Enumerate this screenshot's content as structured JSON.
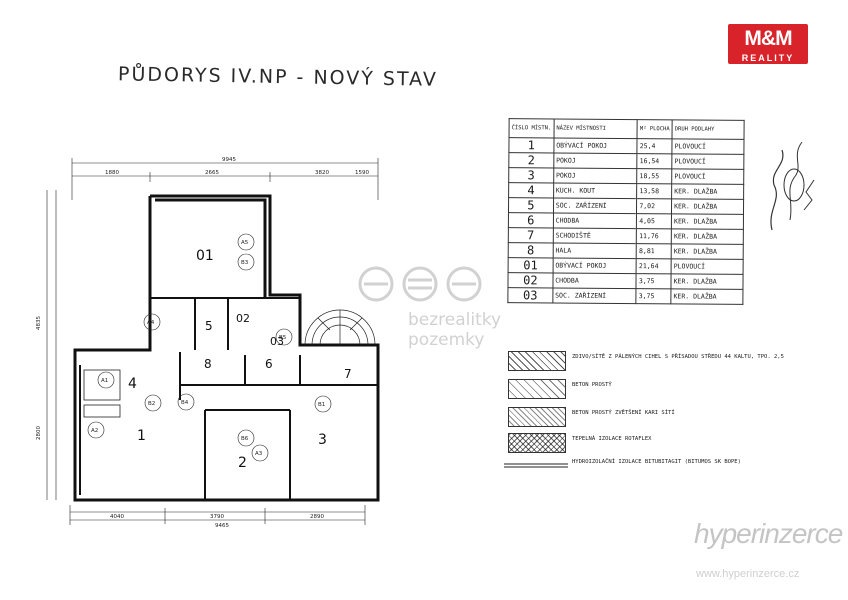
{
  "title": "PŮDORYS IV.NP - NOVÝ STAV",
  "logo": {
    "brand": "M&M",
    "sub": "REALITY",
    "color": "#d8232a"
  },
  "watermarks": {
    "center": "bezrealitky pozemky",
    "brand": "hyperinzerce",
    "url": "www.hyperinzerce.cz"
  },
  "table": {
    "headers": [
      "ČÍSLO MÍSTN.",
      "NÁZEV MÍSTNOSTI",
      "M² PLOCHA",
      "DRUH PODLAHY"
    ],
    "rows": [
      {
        "num": "1",
        "name": "OBÝVACÍ POKOJ",
        "area": "25,4",
        "floor": "PLOVOUCÍ"
      },
      {
        "num": "2",
        "name": "POKOJ",
        "area": "16,54",
        "floor": "PLOVOUCÍ"
      },
      {
        "num": "3",
        "name": "POKOJ",
        "area": "18,55",
        "floor": "PLOVOUCÍ"
      },
      {
        "num": "4",
        "name": "KUCH. KOUT",
        "area": "13,58",
        "floor": "KER. DLAŽBA"
      },
      {
        "num": "5",
        "name": "SOC. ZAŘÍZENÍ",
        "area": "7,02",
        "floor": "KER. DLAŽBA"
      },
      {
        "num": "6",
        "name": "CHODBA",
        "area": "4,05",
        "floor": "KER. DLAŽBA"
      },
      {
        "num": "7",
        "name": "SCHODIŠTĚ",
        "area": "11,76",
        "floor": "KER. DLAŽBA"
      },
      {
        "num": "8",
        "name": "HALA",
        "area": "8,81",
        "floor": "KER. DLAŽBA"
      },
      {
        "num": "01",
        "name": "OBÝVACÍ POKOJ",
        "area": "21,64",
        "floor": "PLOVOUCÍ"
      },
      {
        "num": "02",
        "name": "CHODBA",
        "area": "3,75",
        "floor": "KER. DLAŽBA"
      },
      {
        "num": "03",
        "name": "SOC. ZAŘÍZENÍ",
        "area": "3,75",
        "floor": "KER. DLAŽBA"
      }
    ]
  },
  "legend": [
    {
      "pattern": "hatch1",
      "text": "ZDIVO/SÍTĚ Z PÁLENÝCH CIHEL S PŘÍSADOU STŘEDU 44 KALTU, TPO. 2,5"
    },
    {
      "pattern": "hatch2",
      "text": "BETON PROSTÝ"
    },
    {
      "pattern": "hatch3",
      "text": "BETON PROSTÝ ZVĚTŠENÍ KARI SÍTÍ"
    },
    {
      "pattern": "cross",
      "text": "TEPELNÁ IZOLACE ROTAFLEX"
    },
    {
      "pattern": "line",
      "text": "HYDROIZOLAČNÍ IZOLACE BITUBITAGIT (BITUMOS SK BOPE)"
    }
  ],
  "plan": {
    "rooms": [
      {
        "id": "01",
        "label": "01"
      },
      {
        "id": "02",
        "label": "02"
      },
      {
        "id": "03",
        "label": "03"
      },
      {
        "id": "1",
        "label": "1"
      },
      {
        "id": "2",
        "label": "2"
      },
      {
        "id": "3",
        "label": "3"
      },
      {
        "id": "4",
        "label": "4"
      },
      {
        "id": "5",
        "label": "5"
      },
      {
        "id": "6",
        "label": "6"
      },
      {
        "id": "7",
        "label": "7"
      },
      {
        "id": "8",
        "label": "8"
      }
    ],
    "tags": [
      "A4",
      "A5",
      "B3",
      "A1",
      "B2",
      "A2",
      "B6",
      "B4",
      "A3",
      "B1",
      "B5"
    ],
    "dims": {
      "top_total": "9945",
      "top_segments": [
        "1880",
        "2665",
        "3820",
        "1590"
      ],
      "bottom_total": "9465",
      "bottom_segments": [
        "4040",
        "3790",
        "2890"
      ],
      "left": [
        "4835",
        "2800"
      ]
    }
  }
}
